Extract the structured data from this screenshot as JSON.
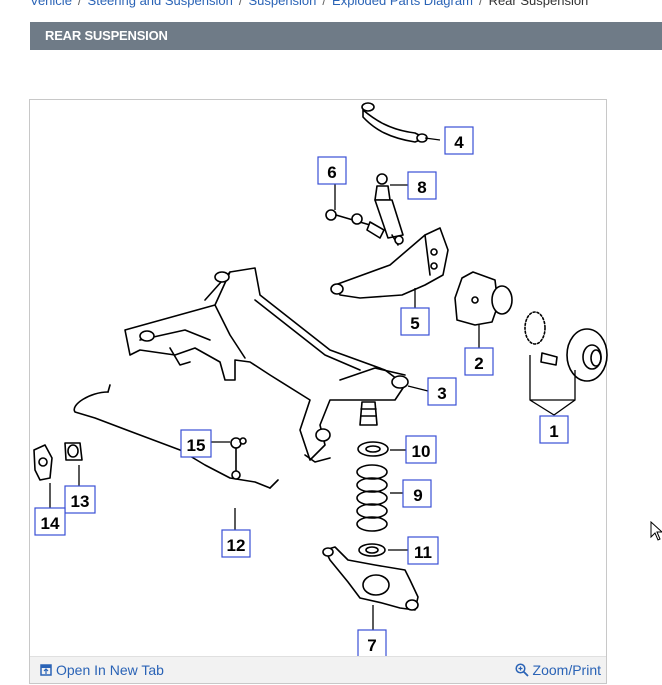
{
  "breadcrumb": {
    "items": [
      "Vehicle",
      "Steering and Suspension",
      "Suspension",
      "Exploded Parts Diagram"
    ],
    "current": "Rear Suspension",
    "separator": "/"
  },
  "section": {
    "title": "REAR SUSPENSION"
  },
  "diagram": {
    "callouts": [
      {
        "label": "1"
      },
      {
        "label": "2"
      },
      {
        "label": "3"
      },
      {
        "label": "4"
      },
      {
        "label": "5"
      },
      {
        "label": "6"
      },
      {
        "label": "7"
      },
      {
        "label": "8"
      },
      {
        "label": "9"
      },
      {
        "label": "10"
      },
      {
        "label": "11"
      },
      {
        "label": "12"
      },
      {
        "label": "13"
      },
      {
        "label": "14"
      },
      {
        "label": "15"
      }
    ]
  },
  "footer": {
    "open_new_tab": "Open In New Tab",
    "zoom_print": "Zoom/Print",
    "open_icon": "open-new-tab-icon",
    "zoom_icon": "zoom-in-icon"
  },
  "colors": {
    "link": "#2a63b6",
    "header_bar": "#6f7b87",
    "callout_border": "#3a4fd6"
  }
}
